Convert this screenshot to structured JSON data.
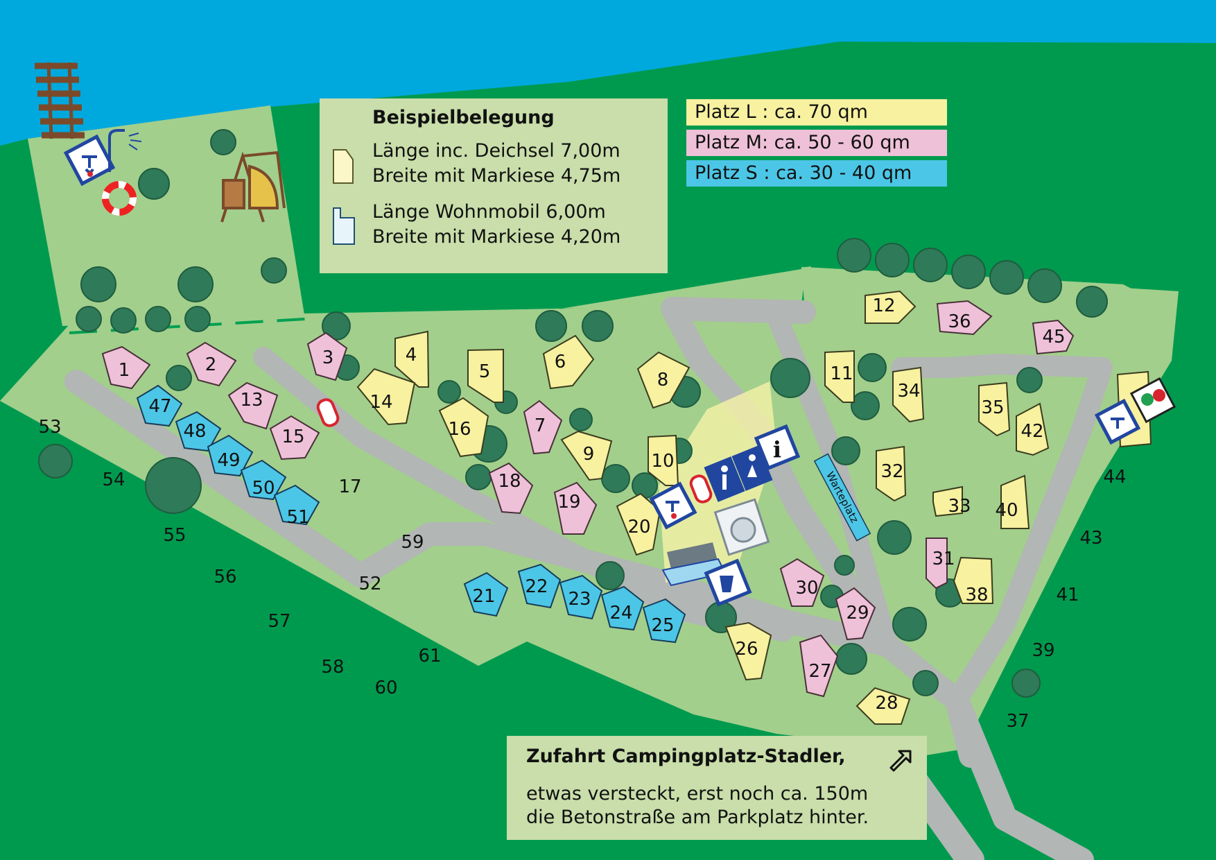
{
  "legend": {
    "title": "Beispielbelegung",
    "caravan_length": "Länge inc. Deichsel 7,00m",
    "caravan_width": "Breite mit Markiese 4,75m",
    "camper_length": "Länge Wohnmobil   6,00m",
    "camper_width": "Breite mit Markiese 4,20m"
  },
  "sizes": {
    "large": "Platz L : ca. 70 qm",
    "medium": "Platz M: ca. 50 - 60 qm",
    "small": "Platz S : ca. 30 - 40 qm"
  },
  "access": {
    "title": "Zufahrt Campingplatz-Stadler,",
    "line1": "etwas versteckt, erst noch ca. 150m",
    "line2": "die Betonstraße am Parkplatz hinter."
  },
  "waiting_area": "Warteplatz",
  "colors": {
    "water": "#00a9dd",
    "grass": "#009a4e",
    "ground": "#9fcc8a",
    "road": "#b2b6b4",
    "large": "#f7f1a0",
    "medium": "#eec1d8",
    "small": "#4cc6e6"
  },
  "pitches": {
    "large": [
      "4",
      "5",
      "6",
      "8",
      "9",
      "10",
      "11",
      "12",
      "14",
      "16",
      "20",
      "26",
      "28",
      "32",
      "33",
      "34",
      "35",
      "38",
      "40",
      "42"
    ],
    "medium": [
      "1",
      "2",
      "3",
      "7",
      "13",
      "15",
      "18",
      "19",
      "27",
      "29",
      "30",
      "31",
      "36",
      "45"
    ],
    "small": [
      "21",
      "22",
      "23",
      "24",
      "25",
      "47",
      "48",
      "49",
      "50",
      "51"
    ],
    "open": [
      "17",
      "37",
      "39",
      "41",
      "43",
      "44",
      "52",
      "53",
      "54",
      "55",
      "56",
      "57",
      "58",
      "59",
      "60",
      "61"
    ]
  },
  "icons": [
    "water-tap-icon",
    "shower-icon",
    "lifebuoy-icon",
    "playground-icon",
    "fire-extinguisher-icon",
    "toilet-icon",
    "info-icon",
    "washing-machine-icon",
    "sink-icon",
    "waste-disposal-icon",
    "table-tennis-icon",
    "jetty-icon"
  ]
}
